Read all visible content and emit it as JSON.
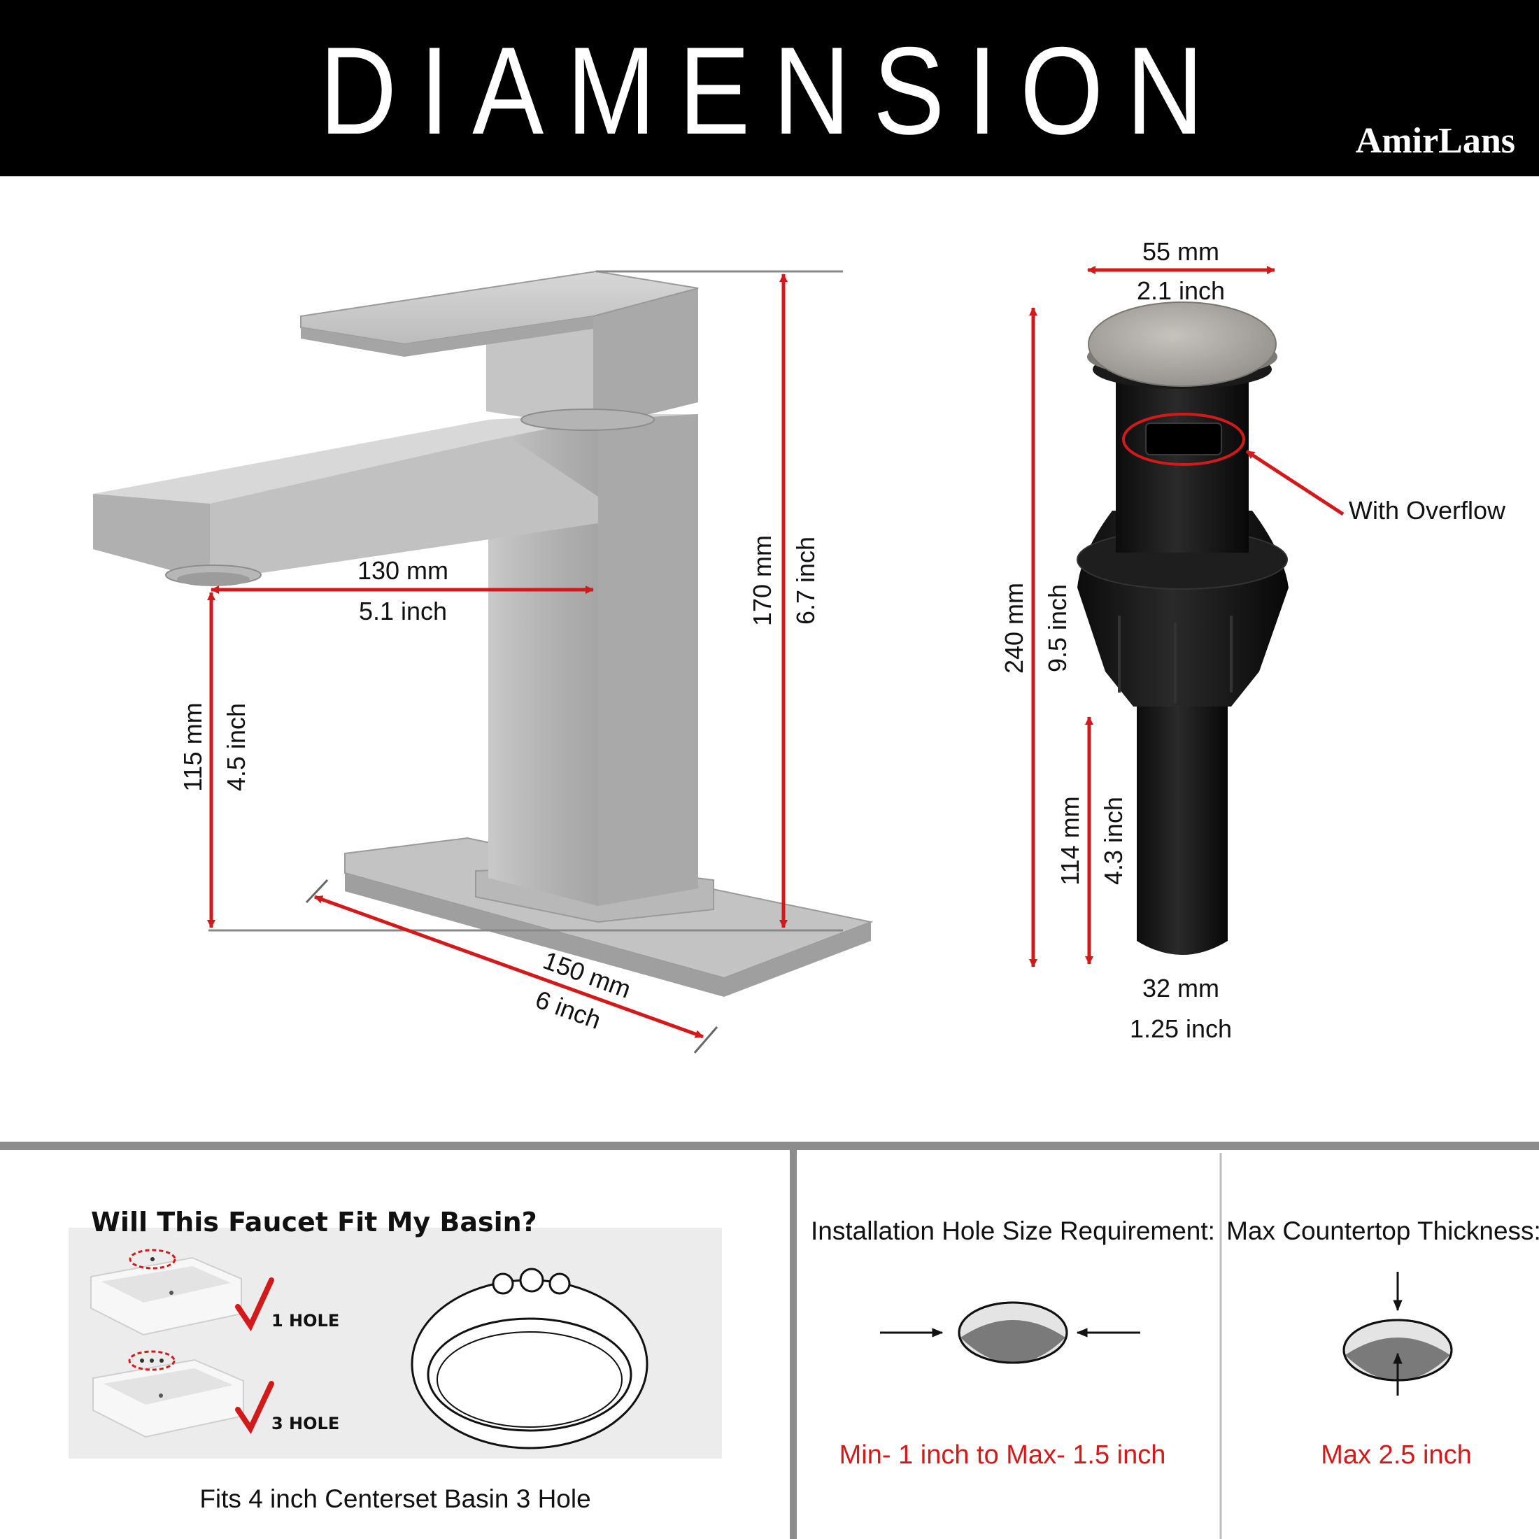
{
  "header": {
    "title": "DIAMENSION",
    "brand": "AmirLans"
  },
  "faucet": {
    "spout_reach": {
      "mm": "130 mm",
      "inch": "5.1 inch"
    },
    "total_height": {
      "mm": "170 mm",
      "inch": "6.7 inch"
    },
    "spout_height": {
      "mm": "115 mm",
      "inch": "4.5 inch"
    },
    "plate_length": {
      "mm": "150 mm",
      "inch": "6 inch"
    }
  },
  "drain": {
    "top_width": {
      "mm": "55 mm",
      "inch": "2.1 inch"
    },
    "total_height": {
      "mm": "240 mm",
      "inch": "9.5 inch"
    },
    "pipe_height": {
      "mm": "114 mm",
      "inch": "4.3 inch"
    },
    "pipe_width": {
      "mm": "32 mm",
      "inch": "1.25 inch"
    },
    "overflow_label": "With Overflow"
  },
  "basin_fit": {
    "question": "Will This Faucet Fit My Basin?",
    "option_1": "1 HOLE",
    "option_3": "3 HOLE",
    "caption": "Fits 4 inch Centerset Basin 3 Hole"
  },
  "hole_size": {
    "title": "Installation Hole Size Requirement:",
    "value": "Min- 1 inch to Max- 1.5 inch"
  },
  "countertop": {
    "title": "Max Countertop Thickness:",
    "value": "Max 2.5 inch"
  },
  "colors": {
    "accent_red": "#d21a1a",
    "brushed_nickel": "#bdbdbd",
    "drain_black": "#151515"
  }
}
